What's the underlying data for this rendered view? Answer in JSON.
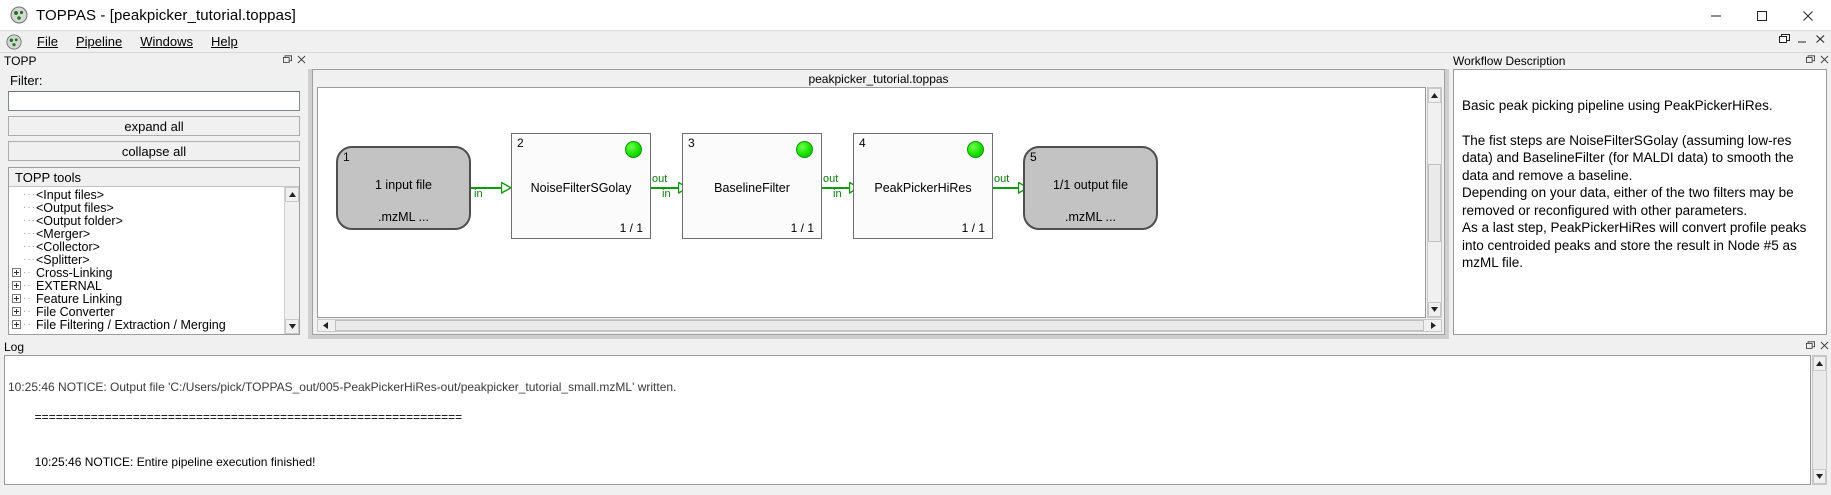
{
  "window": {
    "title": "TOPPAS - [peakpicker_tutorial.toppas]",
    "app_icon": "toppas-icon",
    "minimize_label": "─",
    "maximize_label": "☐",
    "close_label": "✕"
  },
  "menubar": {
    "icon": "toppas-small-icon",
    "items": [
      {
        "label": "File",
        "mnemonic": "F"
      },
      {
        "label": "Pipeline",
        "mnemonic": "P"
      },
      {
        "label": "Windows",
        "mnemonic": "W"
      },
      {
        "label": "Help",
        "mnemonic": "H"
      }
    ],
    "mdi_buttons": [
      {
        "name": "mdi-restore",
        "glyph": "❐"
      },
      {
        "name": "mdi-minimize",
        "glyph": "—"
      },
      {
        "name": "mdi-close",
        "glyph": "✕"
      }
    ]
  },
  "topp_panel": {
    "title": "TOPP",
    "float_btn": "❐",
    "close_btn": "✕",
    "filter_label": "Filter:",
    "filter_value": "",
    "filter_placeholder": "",
    "expand_all_label": "expand all",
    "collapse_all_label": "collapse all",
    "tree_header": "TOPP tools",
    "tree_items": [
      {
        "label": "<Input files>",
        "expandable": false
      },
      {
        "label": "<Output files>",
        "expandable": false
      },
      {
        "label": "<Output folder>",
        "expandable": false
      },
      {
        "label": "<Merger>",
        "expandable": false
      },
      {
        "label": "<Collector>",
        "expandable": false
      },
      {
        "label": "<Splitter>",
        "expandable": false
      },
      {
        "label": "Cross-Linking",
        "expandable": true
      },
      {
        "label": "EXTERNAL",
        "expandable": true
      },
      {
        "label": "Feature Linking",
        "expandable": true
      },
      {
        "label": "File Converter",
        "expandable": true
      },
      {
        "label": "File Filtering / Extraction / Merging",
        "expandable": true
      }
    ],
    "scroll_up": "▲",
    "scroll_down": "▼"
  },
  "pipeline": {
    "child_title": "peakpicker_tutorial.toppas",
    "nodes": [
      {
        "id": "1",
        "kind": "input",
        "line1": "1 input file",
        "line2": ".mzML ...",
        "led": false,
        "count": ""
      },
      {
        "id": "2",
        "kind": "tool",
        "name": "NoiseFilterSGolay",
        "led": true,
        "count": "1 / 1"
      },
      {
        "id": "3",
        "kind": "tool",
        "name": "BaselineFilter",
        "led": true,
        "count": "1 / 1"
      },
      {
        "id": "4",
        "kind": "tool",
        "name": "PeakPickerHiRes",
        "led": true,
        "count": "1 / 1"
      },
      {
        "id": "5",
        "kind": "output",
        "line1": "1/1 output file",
        "line2": ".mzML ...",
        "led": false,
        "count": ""
      }
    ],
    "edges": [
      {
        "from": "1",
        "to": "2",
        "out_label": "",
        "in_label": "in"
      },
      {
        "from": "2",
        "to": "3",
        "out_label": "out",
        "in_label": "in"
      },
      {
        "from": "3",
        "to": "4",
        "out_label": "out",
        "in_label": "in"
      },
      {
        "from": "4",
        "to": "5",
        "out_label": "out",
        "in_label": ""
      }
    ],
    "led_color": "#19e000",
    "edge_color": "#0b9b0b"
  },
  "workflow_description": {
    "title": "Workflow Description",
    "float_btn": "❐",
    "close_btn": "✕",
    "paragraphs": [
      "Basic peak picking pipeline using PeakPickerHiRes.",
      "The fist steps are NoiseFilterSGolay (assuming low-res data) and BaselineFilter (for MALDI data) to smooth the data and remove a baseline.\nDepending on your data, either of the two filters may be removed or reconfigured with other parameters.\nAs a last step, PeakPickerHiRes will convert profile peaks into centroided peaks and store the result in Node #5 as mzML file."
    ]
  },
  "log": {
    "title": "Log",
    "float_btn": "❐",
    "close_btn": "✕",
    "lines": [
      "10:25:46 NOTICE: Output file 'C:/Users/pick/TOPPAS_out/005-PeakPickerHiRes-out/peakpicker_tutorial_small.mzML' written.",
      "=============================================================",
      "10:25:46 NOTICE: Entire pipeline execution finished!"
    ]
  }
}
